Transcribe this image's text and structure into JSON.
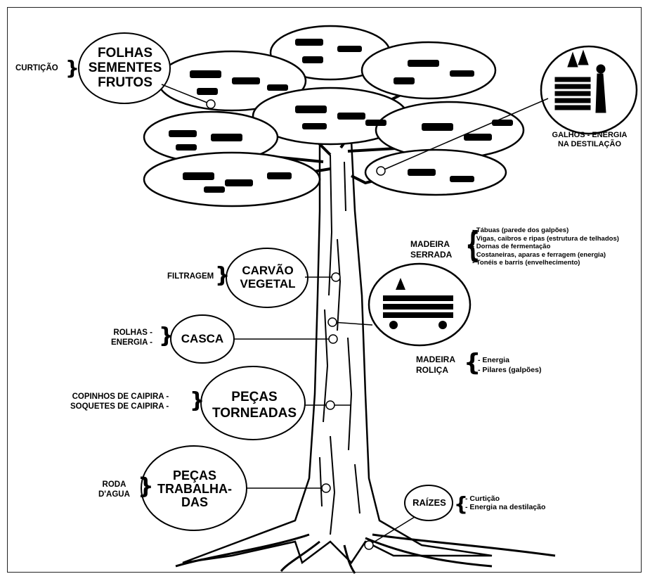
{
  "labels": {
    "curticao": "CURTIÇÃO",
    "folhas": [
      "FOLHAS",
      "SEMENTES",
      "FRUTOS"
    ],
    "galhos": [
      "GALHOS - ENERGIA",
      "NA DESTILAÇÃO"
    ],
    "madeira_serrada_title": [
      "MADEIRA",
      "SERRADA"
    ],
    "madeira_serrada_items": [
      "- Tábuas (parede dos galpões)",
      "- Vigas, caibros e ripas (estrutura de telhados)",
      "- Dornas de fermentação",
      "- Costaneiras, aparas e ferragem (energia)",
      "- Tonéis e barris (envelhecimento)"
    ],
    "filtragem": "FILTRAGEM",
    "carvao": [
      "CARVÃO",
      "VEGETAL"
    ],
    "rolhas_energia": [
      "ROLHAS -",
      "ENERGIA -"
    ],
    "casca": "CASCA",
    "madeira_rolica_title": [
      "MADEIRA",
      "ROLIÇA"
    ],
    "madeira_rolica_items": [
      "- Energia",
      "- Pilares (galpões)"
    ],
    "copinhos": [
      "COPINHOS DE CAIPIRA -",
      "SOQUETES DE CAIPIRA -"
    ],
    "pecas_torneadas": [
      "PEÇAS",
      "TORNEADAS"
    ],
    "roda_dagua": [
      "RODA",
      "D'AGUA"
    ],
    "pecas_trabalhadas": [
      "PEÇAS",
      "TRABALHA-",
      "DAS"
    ],
    "raizes": "RAÍZES",
    "raizes_items": [
      "- Curtição",
      "- Energia na destilação"
    ]
  }
}
